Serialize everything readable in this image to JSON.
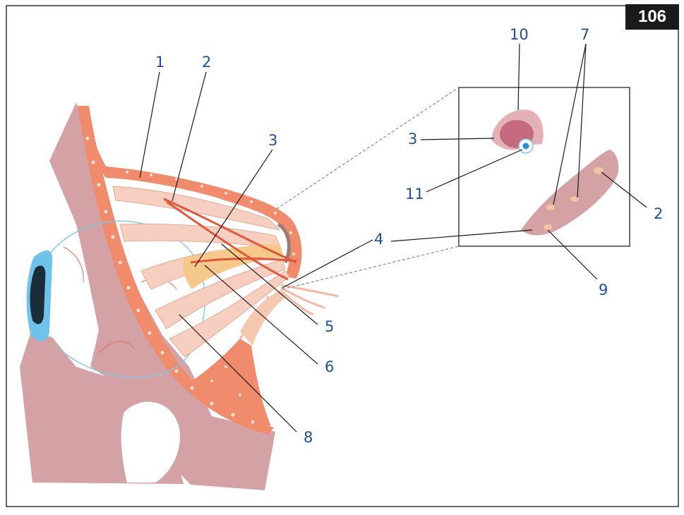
{
  "page_number": "106",
  "labels": {
    "l1": "1",
    "l2": "2",
    "l3": "3",
    "l4": "4",
    "l5": "5",
    "l6": "6",
    "l7": "7",
    "l8": "8",
    "l9": "9",
    "l10": "10",
    "l11": "11",
    "r3": "3",
    "r2": "2"
  },
  "colors": {
    "bone": "#d4a1a4",
    "fat": "#f08b6c",
    "muscle": "#f6cfc0",
    "muscle_stroke": "#e8a892",
    "iris": "#2a8fd6",
    "label": "#1e4f9a",
    "badge": "#1a1a1a"
  }
}
